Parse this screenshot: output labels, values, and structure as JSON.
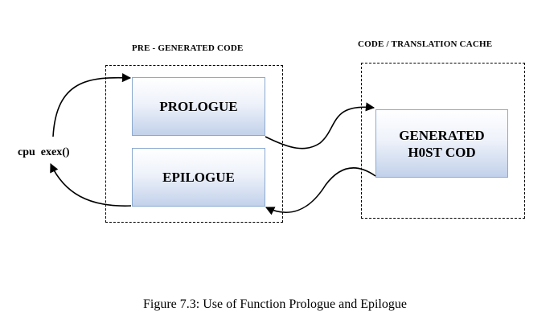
{
  "diagram": {
    "pre_generated_header": "PRE - GENERATED CODE",
    "cache_header": "CODE / TRANSLATION CACHE",
    "prologue_label": "PROLOGUE",
    "epilogue_label": "EPILOGUE",
    "generated_host_line1": "GENERATED",
    "generated_host_line2": "H0ST COD",
    "cpu_exec_label": "cpu  exex()"
  },
  "caption": "Figure 7.3: Use of Function Prologue and Epilogue",
  "colors": {
    "box_border": "#8aa9cf",
    "box_gradient_bottom": "#c2d1ea"
  }
}
